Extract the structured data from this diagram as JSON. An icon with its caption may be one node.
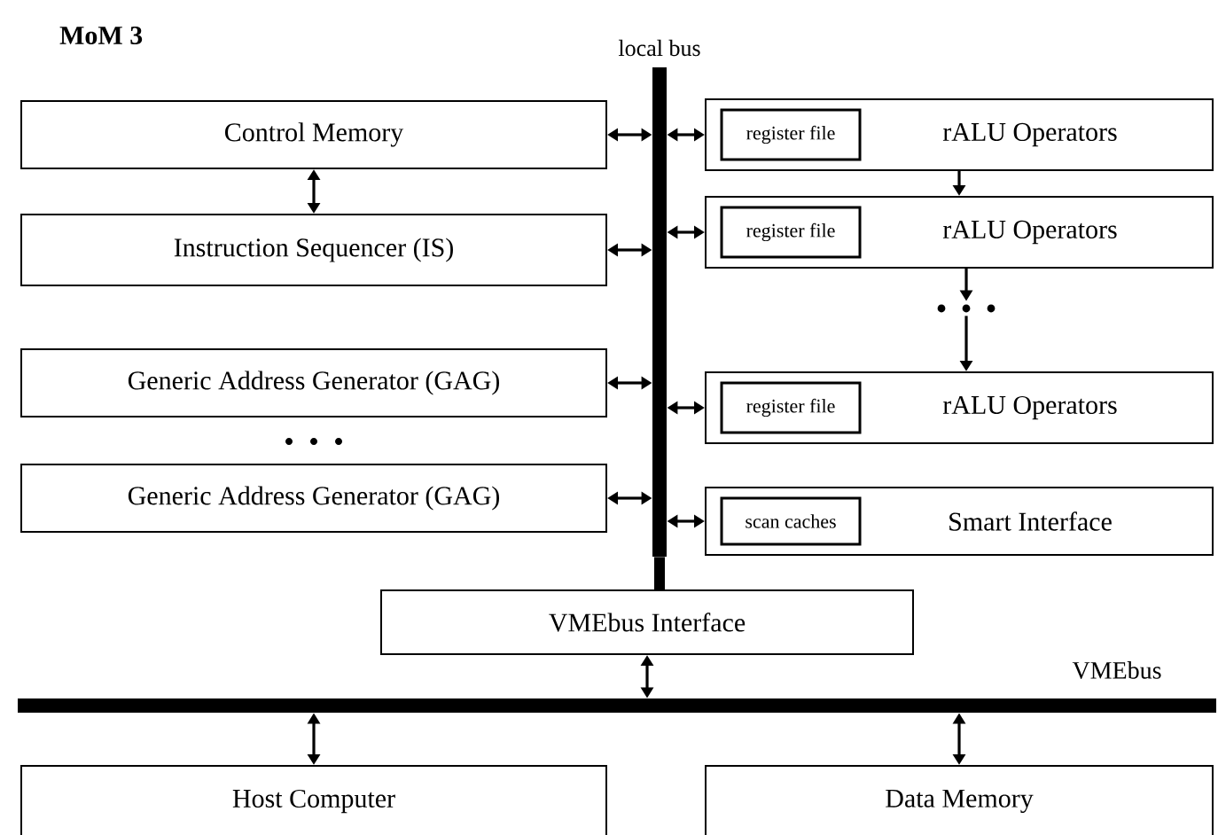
{
  "diagram": {
    "title": "MoM 3",
    "nodes": [
      {
        "text": [
          "Control Memory"
        ]
      },
      {
        "text": [
          "Instruction Sequencer (IS)"
        ]
      },
      {
        "text": [
          "Generic Address Generator (GAG)"
        ]
      },
      {
        "text": [
          "Generic Address Generator (GAG)"
        ]
      },
      {
        "text": [
          "local bus"
        ]
      },
      {
        "text": [
          "rALU Operators"
        ]
      },
      {
        "text": [
          "register file"
        ],
        "in": 5
      },
      {
        "text": [
          "rALU Operators"
        ]
      },
      {
        "text": [
          "register file"
        ],
        "in": 7
      },
      {
        "text": [],
        "shape": "dots"
      },
      {
        "text": [
          "rALU Operators"
        ]
      },
      {
        "text": [
          "register file"
        ],
        "in": 10
      },
      {
        "text": [
          "Smart Interface"
        ]
      },
      {
        "text": [
          "scan caches"
        ],
        "in": 12
      },
      {
        "text": [
          "VMEbus Interface"
        ]
      },
      {
        "text": [
          "VMEbus"
        ]
      },
      {
        "text": [
          "Host Computer"
        ]
      },
      {
        "text": [
          "Data Memory"
        ]
      }
    ],
    "edges": [
      {
        "from": 0,
        "to": 1,
        "arrow": "both"
      },
      {
        "from": 0,
        "to": 4,
        "arrow": "both"
      },
      {
        "from": 1,
        "to": 4,
        "arrow": "both"
      },
      {
        "from": 2,
        "to": 4,
        "arrow": "both"
      },
      {
        "from": 3,
        "to": 4,
        "arrow": "both"
      },
      {
        "from": 4,
        "to": 5,
        "arrow": "both"
      },
      {
        "from": 4,
        "to": 7,
        "arrow": "both"
      },
      {
        "from": 4,
        "to": 10,
        "arrow": "both"
      },
      {
        "from": 4,
        "to": 12,
        "arrow": "both"
      },
      {
        "from": 5,
        "to": 7,
        "arrow": "to"
      },
      {
        "from": 7,
        "to": 9,
        "arrow": "to"
      },
      {
        "from": 9,
        "to": 10,
        "arrow": "to"
      },
      {
        "from": 4,
        "to": 14,
        "arrow": "none",
        "style": "thick"
      },
      {
        "from": 14,
        "to": 15,
        "arrow": "both"
      },
      {
        "from": 15,
        "to": 16,
        "arrow": "both"
      },
      {
        "from": 15,
        "to": 17,
        "arrow": "both"
      }
    ]
  }
}
